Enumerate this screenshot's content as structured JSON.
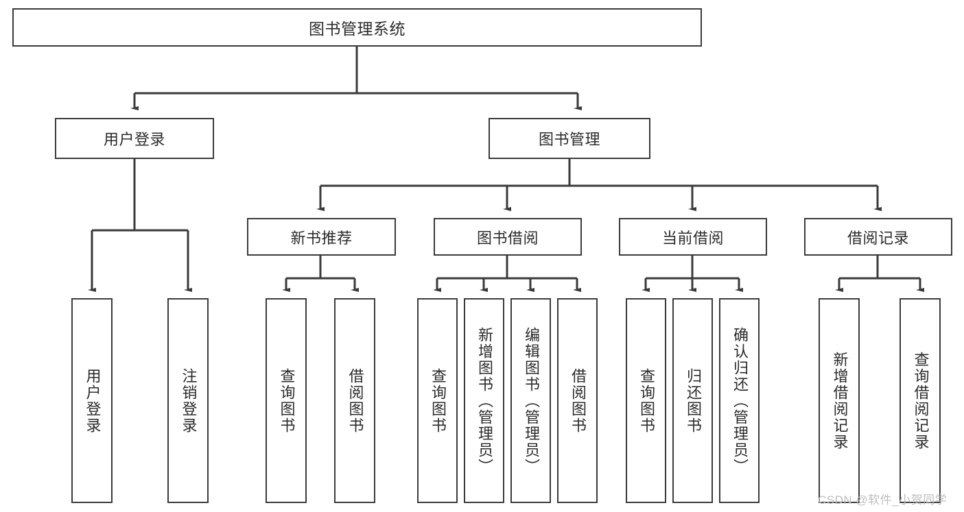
{
  "diagram": {
    "title": "图书管理系统",
    "type": "tree-hierarchy-chart",
    "colors": {
      "stroke": "#3a3a3a",
      "fill": "#ffffff",
      "text": "#2b2b2b",
      "watermark": "#bdbdbd"
    },
    "root": {
      "label": "图书管理系统"
    },
    "level2": [
      {
        "label": "用户登录"
      },
      {
        "label": "图书管理"
      }
    ],
    "level3": [
      {
        "label": "新书推荐"
      },
      {
        "label": "图书借阅"
      },
      {
        "label": "当前借阅"
      },
      {
        "label": "借阅记录"
      }
    ],
    "leaves": {
      "user_login": [
        {
          "label": "用户登录"
        },
        {
          "label": "注销登录"
        }
      ],
      "new_book_recommend": [
        {
          "label": "查询图书"
        },
        {
          "label": "借阅图书"
        }
      ],
      "book_borrow": [
        {
          "label": "查询图书"
        },
        {
          "label": "新增图书（管理员）"
        },
        {
          "label": "编辑图书（管理员）"
        },
        {
          "label": "借阅图书"
        }
      ],
      "current_borrow": [
        {
          "label": "查询图书"
        },
        {
          "label": "归还图书"
        },
        {
          "label": "确认归还（管理员）"
        }
      ],
      "borrow_record": [
        {
          "label": "新增借阅记录"
        },
        {
          "label": "查询借阅记录"
        }
      ]
    },
    "watermark": "CSDN @软件_小贺同学"
  }
}
